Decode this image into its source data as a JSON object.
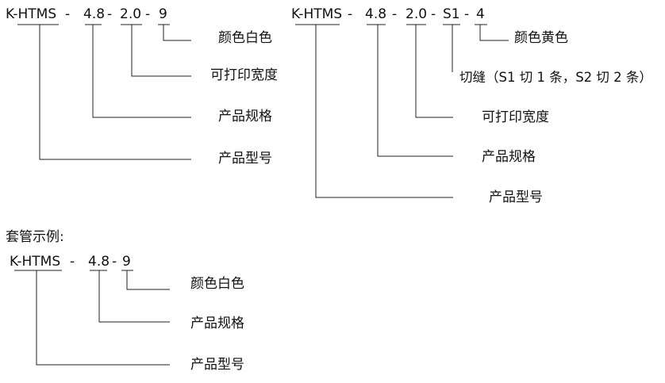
{
  "diagram1": {
    "code": [
      "K-HTMS",
      "-",
      "4.8",
      "-",
      "2.0",
      "-",
      "9"
    ],
    "labels": [
      "颜色白色",
      "可打印宽度",
      "产品规格",
      "产品型号"
    ]
  },
  "diagram2": {
    "code": [
      "K-HTMS",
      "-",
      "4.8",
      "-",
      "2.0",
      "-",
      "S1",
      "-",
      "4"
    ],
    "labels": [
      "颜色黄色",
      "切缝（S1 切 1 条，S2 切 2 条）",
      "可打印宽度",
      "产品规格",
      "产品型号"
    ]
  },
  "diagram3": {
    "title": "套管示例:",
    "code": [
      "K-HTMS",
      "-",
      "4.8",
      "-",
      "9"
    ],
    "labels": [
      "颜色白色",
      "产品规格",
      "产品型号"
    ]
  }
}
